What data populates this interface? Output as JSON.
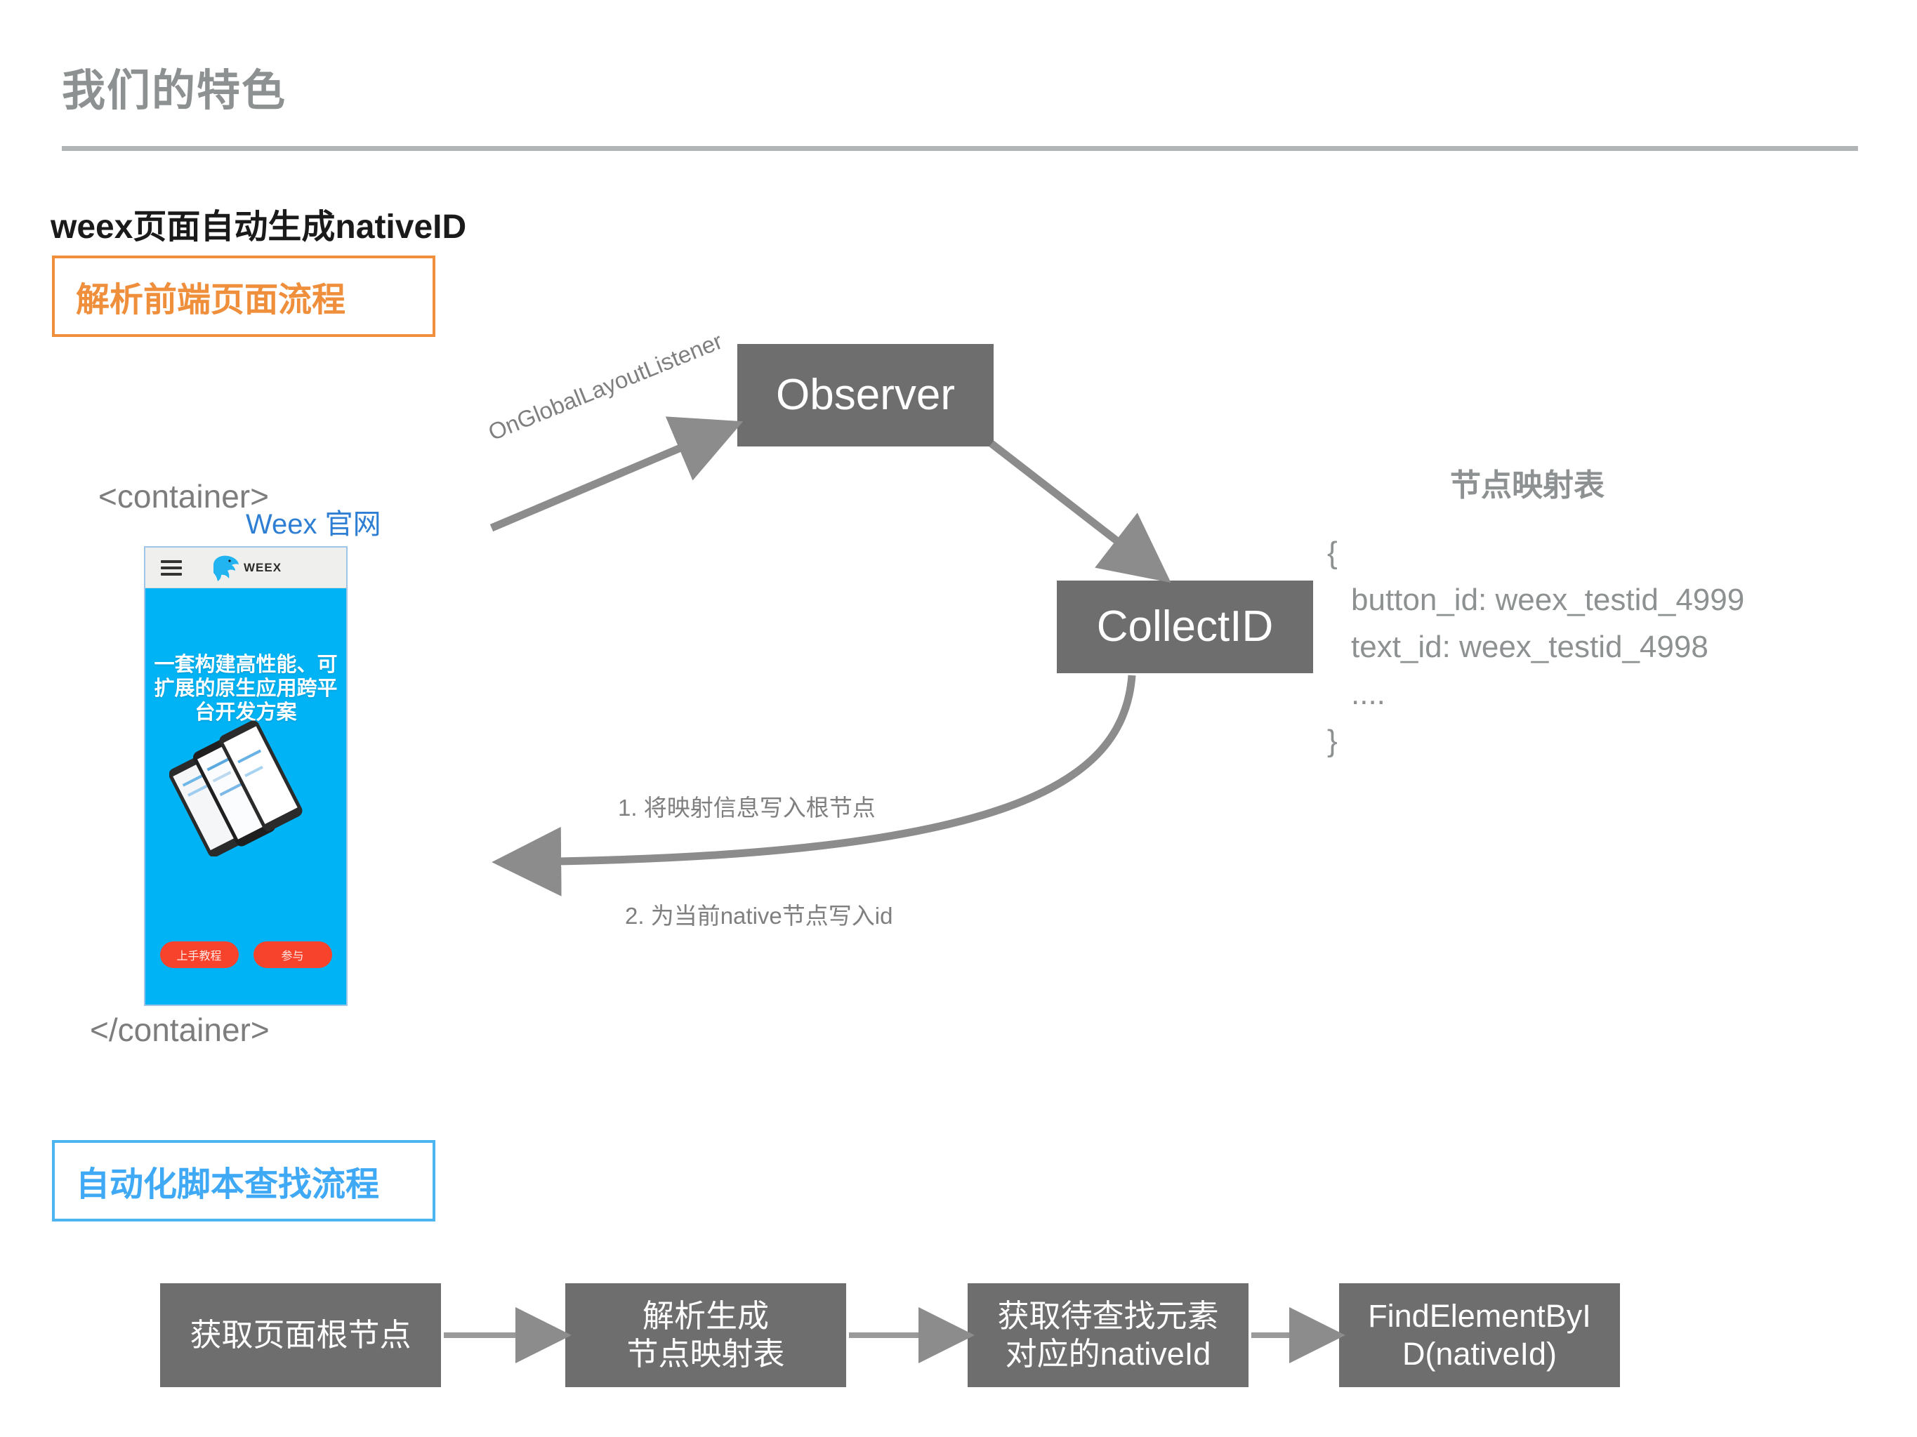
{
  "slide": {
    "title": "我们的特色",
    "section_heading": "weex页面自动生成nativeID"
  },
  "tags": {
    "parse_flow": "解析前端页面流程",
    "script_flow": "自动化脚本查找流程",
    "parse_flow_color": "#ef8f3c",
    "script_flow_color": "#3fa9f5"
  },
  "diagram": {
    "container_open": "<container>",
    "container_close": "</container>",
    "weex_site_link": "Weex 官网",
    "observer_box": "Observer",
    "collectid_box": "CollectID",
    "edge_onglobal": "OnGlobalLayoutListener",
    "edge_step1": "1. 将映射信息写入根节点",
    "edge_step2": "2. 为当前native节点写入id",
    "box_color": "#6e6e6e",
    "arrow_color": "#8c8c8c"
  },
  "node_map": {
    "title": "节点映射表",
    "open_brace": "{",
    "entries": [
      "button_id: weex_testid_4999",
      "text_id: weex_testid_4998",
      "...."
    ],
    "close_brace": "}"
  },
  "phone_mock": {
    "brand_name": "WEEX",
    "hero_text": "一套构建高性能、可扩展的原生应用跨平台开发方案",
    "buttons": [
      "上手教程",
      "参与"
    ],
    "header_bg": "#efefed",
    "body_bg": "#00b3f4",
    "button_bg": "#f8432c"
  },
  "bottom_flow": {
    "steps": [
      {
        "line1": "获取页面根节点",
        "line2": ""
      },
      {
        "line1": "解析生成",
        "line2": "节点映射表"
      },
      {
        "line1": "获取待查找元素",
        "line2": "对应的nativeId"
      },
      {
        "line1": "FindElementByI",
        "line2": "D(nativeId)"
      }
    ]
  }
}
